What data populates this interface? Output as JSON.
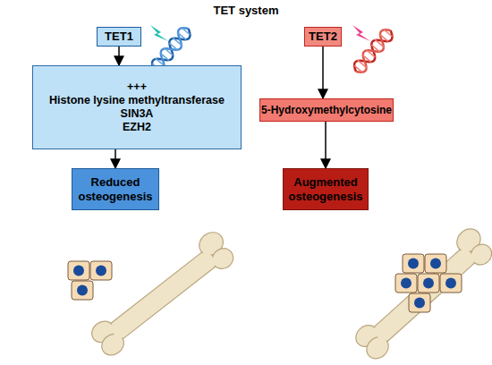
{
  "diagram": {
    "title": "TET system",
    "nodes": [
      {
        "text": [
          "TET1"
        ]
      },
      {
        "text": [
          "+++",
          "Histone lysine methyltransferase",
          "SIN3A",
          "EZH2"
        ]
      },
      {
        "text": [
          "Reduced osteogenesis"
        ]
      },
      {
        "text": [
          "TET2"
        ]
      },
      {
        "text": [
          "5-Hydroxymethylcytosine"
        ]
      },
      {
        "text": [
          "Augmented osteogenesis"
        ]
      }
    ],
    "edges": [
      {
        "from": 0,
        "to": 1,
        "arrow": "to"
      },
      {
        "from": 1,
        "to": 2,
        "arrow": "to"
      },
      {
        "from": 3,
        "to": 4,
        "arrow": "to"
      },
      {
        "from": 4,
        "to": 5,
        "arrow": "to"
      }
    ]
  }
}
